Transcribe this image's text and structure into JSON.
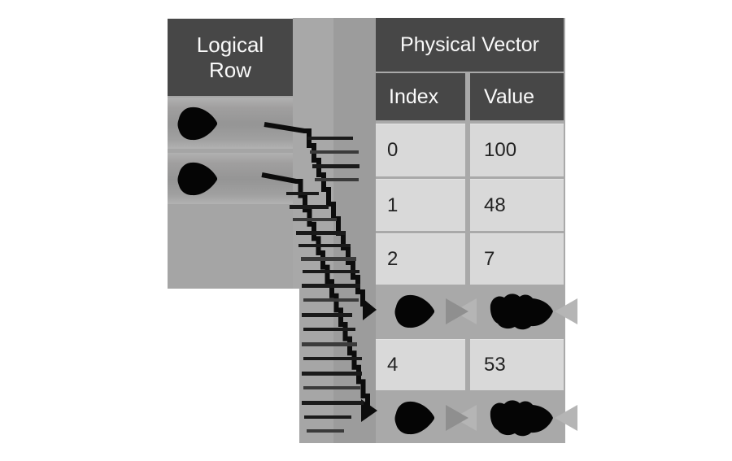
{
  "diagram": {
    "left_table": {
      "title": "Logical Row",
      "rows": [
        {
          "label": "",
          "redacted": true
        },
        {
          "label": "",
          "redacted": true
        }
      ]
    },
    "right_table": {
      "title": "Physical Vector",
      "col_index": "Index",
      "col_value": "Value",
      "rows": [
        {
          "index": "0",
          "value": "100",
          "redacted": false
        },
        {
          "index": "1",
          "value": "48",
          "redacted": false
        },
        {
          "index": "2",
          "value": "7",
          "redacted": false
        },
        {
          "index": "",
          "value": "",
          "redacted": true
        },
        {
          "index": "4",
          "value": "53",
          "redacted": false
        },
        {
          "index": "",
          "value": "",
          "redacted": true
        }
      ]
    },
    "connections": [
      {
        "from": "logical-row-1",
        "to": "physical-row-3"
      },
      {
        "from": "logical-row-2",
        "to": "physical-row-5"
      }
    ],
    "icons": {
      "redacted_blob": "redacted-blob-icon",
      "mapping_arrow": "mapping-arrow"
    },
    "colors": {
      "header_bg": "#474747",
      "header_text": "#fafafa",
      "cell_bg": "#d9d9d9",
      "cell_text": "#222222",
      "panel_gray": "#a9a9a9",
      "band_light": "#a8a8a8",
      "band_dark": "#9c9c9c",
      "arrow_black": "#0c0c0c",
      "page_bg": "#ffffff"
    }
  }
}
